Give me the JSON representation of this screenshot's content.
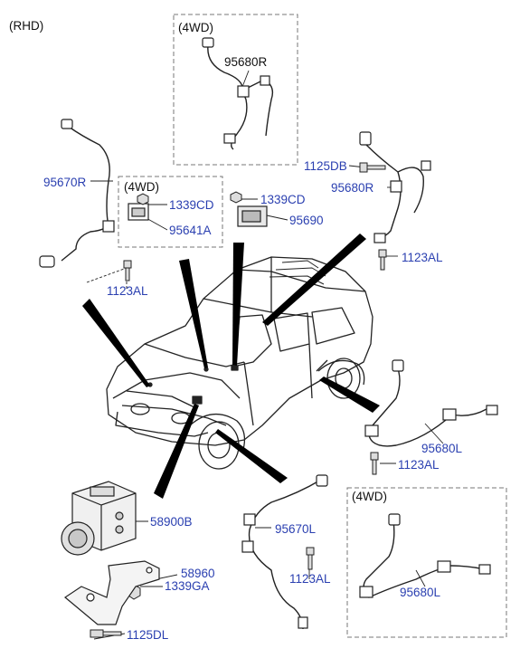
{
  "header": {
    "variant": "(RHD)"
  },
  "boxes": {
    "tag_4wd": "(4WD)"
  },
  "colors": {
    "part_number": "#2a3fb0",
    "line": "#222222",
    "leader": "#000000",
    "box_border": "#777777"
  },
  "parts": {
    "p95680R_box": "95680R",
    "p95670R": "95670R",
    "p1339CD_left": "1339CD",
    "p95641A": "95641A",
    "p1339CD_right": "1339CD",
    "p95690": "95690",
    "p1125DB": "1125DB",
    "p95680R": "95680R",
    "p1123AL_right": "1123AL",
    "p1123AL_left": "1123AL",
    "p95680L": "95680L",
    "p1123AL_lower_right": "1123AL",
    "p58900B": "58900B",
    "p95670L": "95670L",
    "p58960": "58960",
    "p1339GA": "1339GA",
    "p1123AL_bottom": "1123AL",
    "p1125DL": "1125DL",
    "p95680L_box": "95680L"
  },
  "icons": [
    "car-icon",
    "abs-module-icon",
    "sensor-cable-icon",
    "bolt-icon",
    "bracket-icon",
    "nut-icon"
  ]
}
